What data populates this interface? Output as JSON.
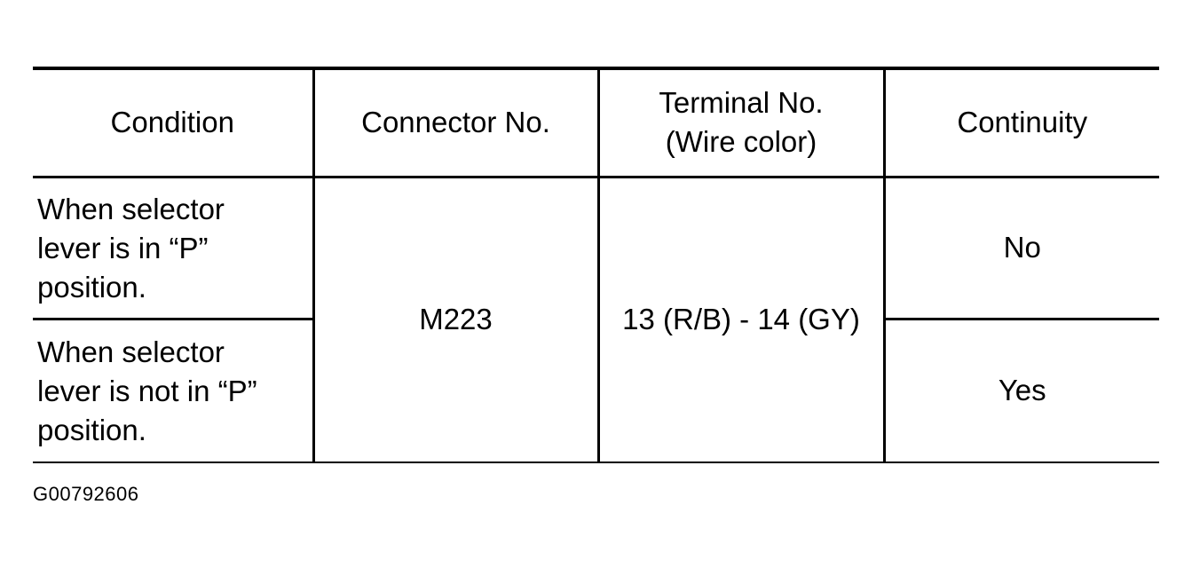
{
  "table": {
    "headers": {
      "condition": "Condition",
      "connector": "Connector No.",
      "terminal_line1": "Terminal No.",
      "terminal_line2": "(Wire color)",
      "continuity": "Continuity"
    },
    "rows": [
      {
        "condition_lines": [
          "When selector",
          "lever is in “P”",
          "position."
        ],
        "continuity": "No"
      },
      {
        "condition_lines": [
          "When selector",
          "lever is not in “P”",
          "position."
        ],
        "continuity": "Yes"
      }
    ],
    "connector": "M223",
    "terminal": "13 (R/B) - 14 (GY)"
  },
  "figure_id": "G00792606"
}
